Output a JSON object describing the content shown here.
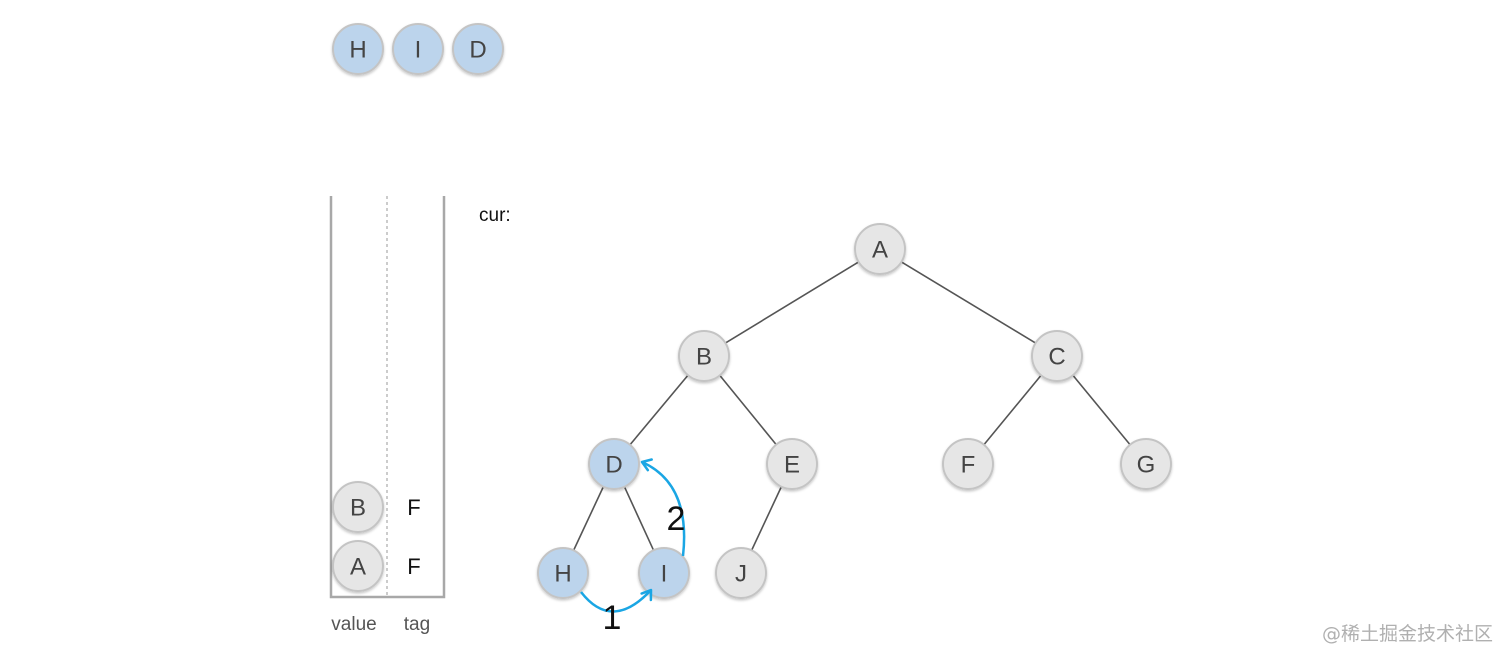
{
  "output_sequence": [
    "H",
    "I",
    "D"
  ],
  "cur_label": "cur:",
  "stack": {
    "column_labels": {
      "value": "value",
      "tag": "tag"
    },
    "entries": [
      {
        "value": "B",
        "tag": "F"
      },
      {
        "value": "A",
        "tag": "F"
      }
    ]
  },
  "tree": {
    "nodes": [
      {
        "id": "A",
        "label": "A",
        "visited": false
      },
      {
        "id": "B",
        "label": "B",
        "visited": false
      },
      {
        "id": "C",
        "label": "C",
        "visited": false
      },
      {
        "id": "D",
        "label": "D",
        "visited": true
      },
      {
        "id": "E",
        "label": "E",
        "visited": false
      },
      {
        "id": "F",
        "label": "F",
        "visited": false
      },
      {
        "id": "G",
        "label": "G",
        "visited": false
      },
      {
        "id": "H",
        "label": "H",
        "visited": true
      },
      {
        "id": "I",
        "label": "I",
        "visited": true
      },
      {
        "id": "J",
        "label": "J",
        "visited": false
      }
    ],
    "edges": [
      [
        "A",
        "B"
      ],
      [
        "A",
        "C"
      ],
      [
        "B",
        "D"
      ],
      [
        "B",
        "E"
      ],
      [
        "C",
        "F"
      ],
      [
        "C",
        "G"
      ],
      [
        "D",
        "H"
      ],
      [
        "D",
        "I"
      ],
      [
        "E",
        "J"
      ]
    ]
  },
  "traversal_steps": [
    {
      "label": "1",
      "from": "H",
      "to": "I"
    },
    {
      "label": "2",
      "from": "I",
      "to": "D"
    }
  ],
  "colors": {
    "visited_fill": "#bcd4ec",
    "unvisited_fill": "#e6e6e6",
    "node_stroke": "#c4c4c4",
    "edge": "#555555",
    "arrow": "#1aa6e4",
    "stack_border": "#a8a8a8"
  },
  "watermark": "@稀土掘金技术社区"
}
